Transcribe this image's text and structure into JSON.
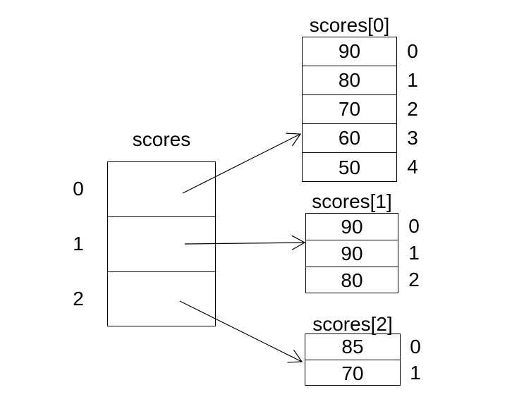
{
  "main_array": {
    "label": "scores",
    "indices": [
      "0",
      "1",
      "2"
    ]
  },
  "sub_arrays": [
    {
      "label": "scores[0]",
      "values": [
        "90",
        "80",
        "70",
        "60",
        "50"
      ],
      "indices": [
        "0",
        "1",
        "2",
        "3",
        "4"
      ]
    },
    {
      "label": "scores[1]",
      "values": [
        "90",
        "90",
        "80"
      ],
      "indices": [
        "0",
        "1",
        "2"
      ]
    },
    {
      "label": "scores[2]",
      "values": [
        "85",
        "70"
      ],
      "indices": [
        "0",
        "1"
      ]
    }
  ],
  "colors": {
    "line": "#000000",
    "text": "#000000",
    "background": "#ffffff"
  }
}
